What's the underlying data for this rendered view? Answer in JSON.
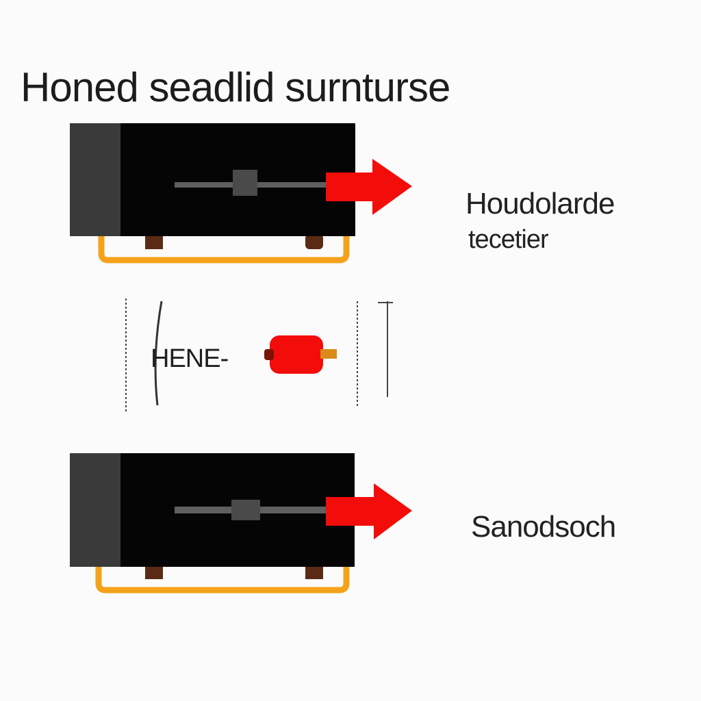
{
  "title": "Honed seadlid surnturse",
  "top_unit": {
    "label_line1": "Houdolarde",
    "label_line2": "tecetier"
  },
  "middle": {
    "label": "HENE-"
  },
  "bottom_unit": {
    "label": "Sanodsoch"
  },
  "colors": {
    "box_body": "#050505",
    "box_side": "#3a3a3a",
    "arrow": "#f20d0a",
    "base_frame": "#f5a21b",
    "foot": "#5a2a14",
    "shaft": "#5f5f5f",
    "background": "#fbfbfb"
  },
  "icons": [
    "arrow-right-icon",
    "plug-icon"
  ]
}
